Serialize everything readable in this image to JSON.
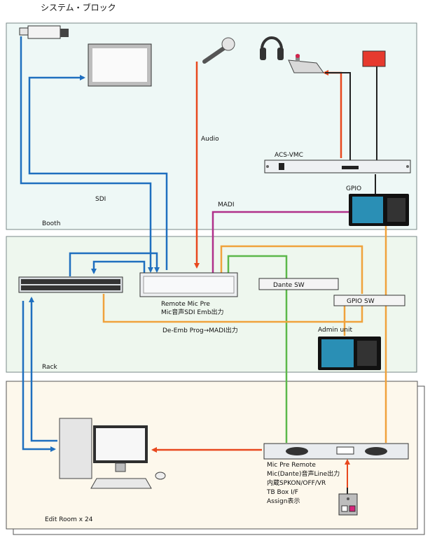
{
  "title": "システム・ブロック",
  "zones": {
    "booth": "Booth",
    "rack": "Rack",
    "edit_room": "Edit Room x 24"
  },
  "labels": {
    "audio": "Audio",
    "sdi": "SDI",
    "madi": "MADI",
    "acs_vmc": "ACS-VMC",
    "gpio": "GPIO",
    "dante_sw": "Dante SW",
    "gpio_sw": "GPIO SW",
    "admin_unit": "Admin unit",
    "remote_mic_pre": "Remote Mic Pre",
    "remote_mic_pre_sub": "Mic音声SDI Emb出力",
    "deemb": "De-Emb Prog→MADI出力",
    "mic_pre_remote": "Mic Pre Remote",
    "mic_pre_line1": "Mic(Dante)音声Line出力",
    "mic_pre_line2": "内蔵SPKON/OFF/VR",
    "mic_pre_line3": "TB Box I/F",
    "mic_pre_line4": "Assign表示"
  },
  "colors": {
    "sdi": "#1f6fbf",
    "audio": "#e8481e",
    "madi": "#b0308a",
    "dante": "#5cb84a",
    "gpio": "#f0a23c",
    "booth_bg": "#eef8f6",
    "rack_bg": "#eef7ee",
    "edit_bg": "#fdf8ec"
  }
}
